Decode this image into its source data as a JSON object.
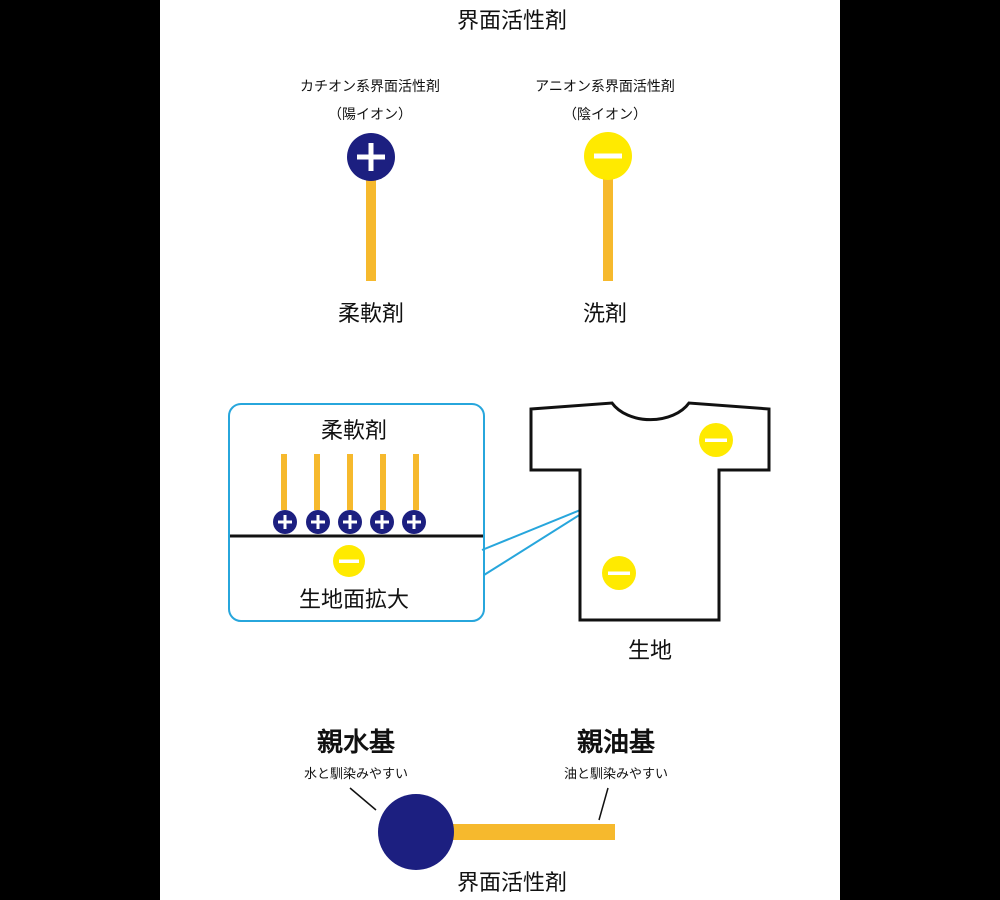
{
  "title": "界面活性剤",
  "cationic": {
    "name": "カチオン系界面活性剤",
    "ion": "（陽イオン）",
    "label": "柔軟剤",
    "sign": "+"
  },
  "anionic": {
    "name": "アニオン系界面活性剤",
    "ion": "（陰イオン）",
    "label": "洗剤",
    "sign": "−"
  },
  "zoom": {
    "top_label": "柔軟剤",
    "bottom_label": "生地面拡大"
  },
  "shirt": {
    "label": "生地"
  },
  "structure": {
    "hydrophilic_title": "親水基",
    "hydrophilic_desc": "水と馴染みやすい",
    "lipophilic_title": "親油基",
    "lipophilic_desc": "油と馴染みやすい",
    "caption": "界面活性剤"
  },
  "colors": {
    "navy": "#1c1f80",
    "yellow": "#ffea00",
    "tail": "#f6b92d",
    "callout": "#27a6dc"
  }
}
